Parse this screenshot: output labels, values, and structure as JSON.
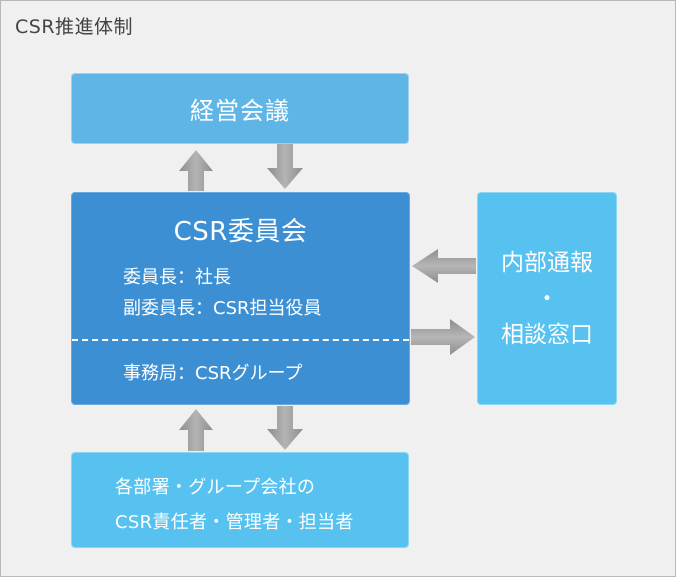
{
  "diagram": {
    "title": "CSR推進体制",
    "meeting": {
      "label": "経営会議"
    },
    "committee": {
      "title": "CSR委員会",
      "chair": "委員長：社長",
      "vice_chair": "副委員長：CSR担当役員",
      "secretariat": "事務局：CSRグループ"
    },
    "contact": {
      "line1": "内部通報",
      "line2": "・",
      "line3": "相談窓口"
    },
    "departments": {
      "line1": "各部署・グループ会社の",
      "line2": "CSR責任者・管理者・担当者"
    }
  },
  "colors": {
    "background": "#f0f0f0",
    "meeting_box": "#5fb6e6",
    "committee_box": "#3d8fd3",
    "light_box": "#57c2ef",
    "arrow": "#9a9a9a"
  }
}
